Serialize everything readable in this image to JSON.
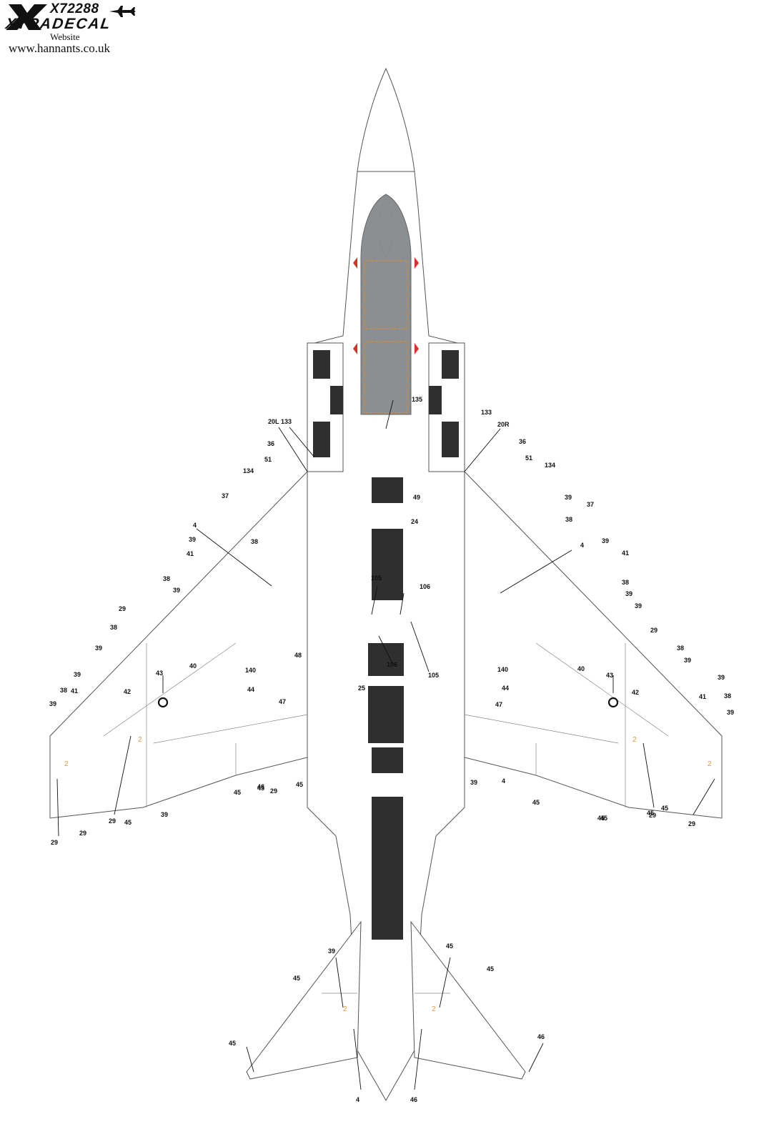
{
  "header": {
    "code": "X72288",
    "brand": "XTRADECAL",
    "website_label": "Website",
    "website_url": "www.hannants.co.uk"
  },
  "icons": [
    "x-logo-icon",
    "jet-silhouette-icon"
  ],
  "colors": {
    "canopy": "#8c8f92",
    "walkway": "#2f2f2f",
    "warning_red": "#d9302a",
    "stencil_orange": "#e09a40",
    "outline": "#555555"
  },
  "callouts": [
    "135",
    "20L",
    "133",
    "36",
    "51",
    "134",
    "37",
    "4",
    "38",
    "39",
    "41",
    "38",
    "39",
    "29",
    "38",
    "39",
    "39",
    "41",
    "38",
    "39",
    "43",
    "40",
    "42",
    "140",
    "44",
    "47",
    "46",
    "45",
    "48",
    "105",
    "106",
    "49",
    "24",
    "25",
    "105",
    "106",
    "20R",
    "133",
    "36",
    "51",
    "134",
    "39",
    "37",
    "38",
    "4",
    "39",
    "41",
    "38",
    "39",
    "39",
    "29",
    "38",
    "39",
    "39",
    "41",
    "38",
    "39",
    "43",
    "40",
    "42",
    "140",
    "44",
    "47",
    "39",
    "4",
    "45",
    "29",
    "45",
    "29",
    "45",
    "29",
    "39",
    "29",
    "39",
    "45",
    "45",
    "45",
    "45",
    "46",
    "4",
    "46",
    "45",
    "29",
    "45",
    "45",
    "29",
    "45",
    "45"
  ]
}
